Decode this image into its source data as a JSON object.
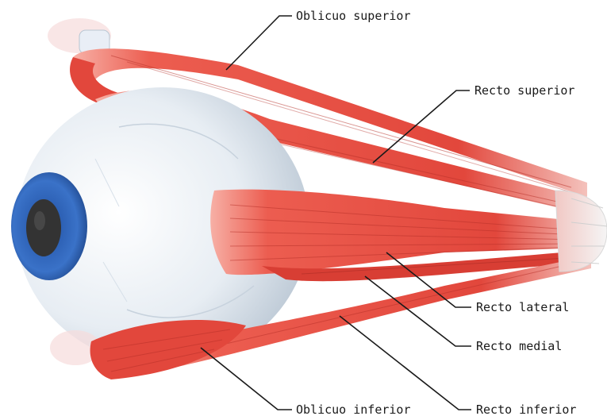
{
  "diagram": {
    "subject": "extraocular muscles of the eye",
    "labels": {
      "oblicuo_superior": "Oblicuo superior",
      "recto_superior": "Recto superior",
      "recto_lateral": "Recto lateral",
      "recto_medial": "Recto medial",
      "oblicuo_inferior": "Oblicuo inferior",
      "recto_inferior": "Recto inferior"
    },
    "colors": {
      "muscle": "#e8453c",
      "muscle_dark": "#c9322b",
      "iris": "#2f63b8",
      "pupil": "#3a3a3a",
      "sclera": "#e9eef3",
      "leader_line": "#1a1a1a"
    }
  }
}
